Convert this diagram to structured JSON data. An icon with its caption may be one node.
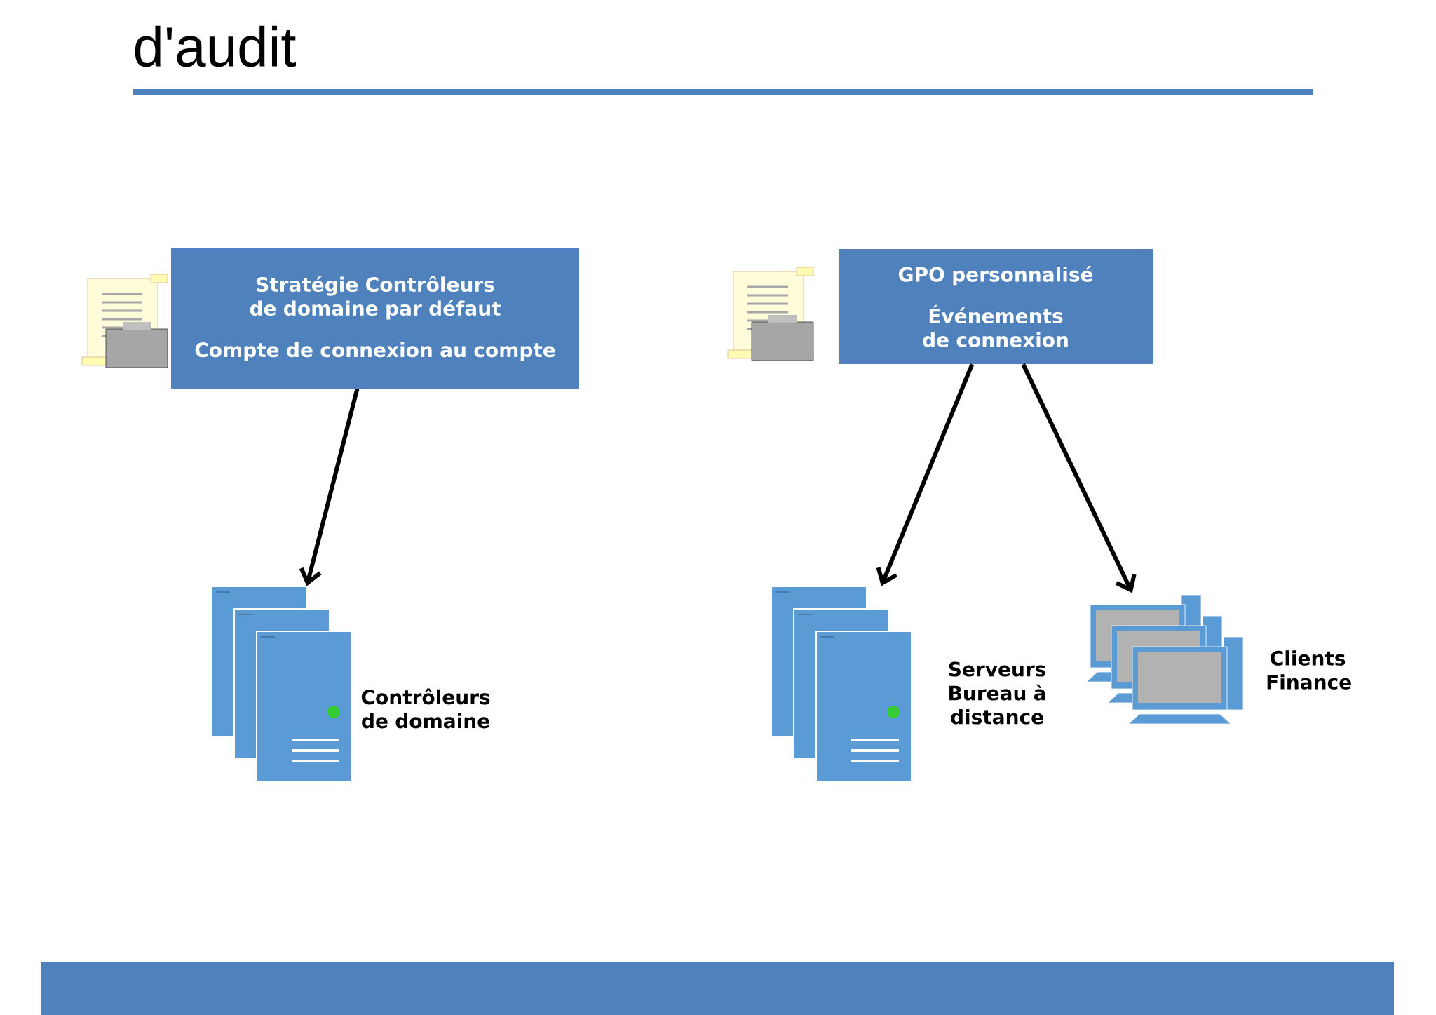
{
  "diagram": {
    "title": "d'audit",
    "nodes": [
      {
        "text": [
          "Stratégie Contrôleurs de domaine par défaut",
          "Compte de connexion au compte"
        ]
      },
      {
        "text": [
          "GPO personnalisé",
          "Événements de connexion"
        ]
      },
      {
        "text": [],
        "shape": "picture",
        "beside": [
          "Contrôleurs de domaine"
        ]
      },
      {
        "text": [],
        "shape": "picture",
        "beside": [
          "Serveurs Bureau à distance"
        ]
      },
      {
        "text": [],
        "shape": "picture",
        "beside": [
          "Clients Finance"
        ]
      }
    ],
    "edges": [
      {
        "from": 0,
        "to": 2,
        "arrow": "to"
      },
      {
        "from": 1,
        "to": 3,
        "arrow": "to"
      },
      {
        "from": 1,
        "to": 4,
        "arrow": "to"
      }
    ]
  }
}
